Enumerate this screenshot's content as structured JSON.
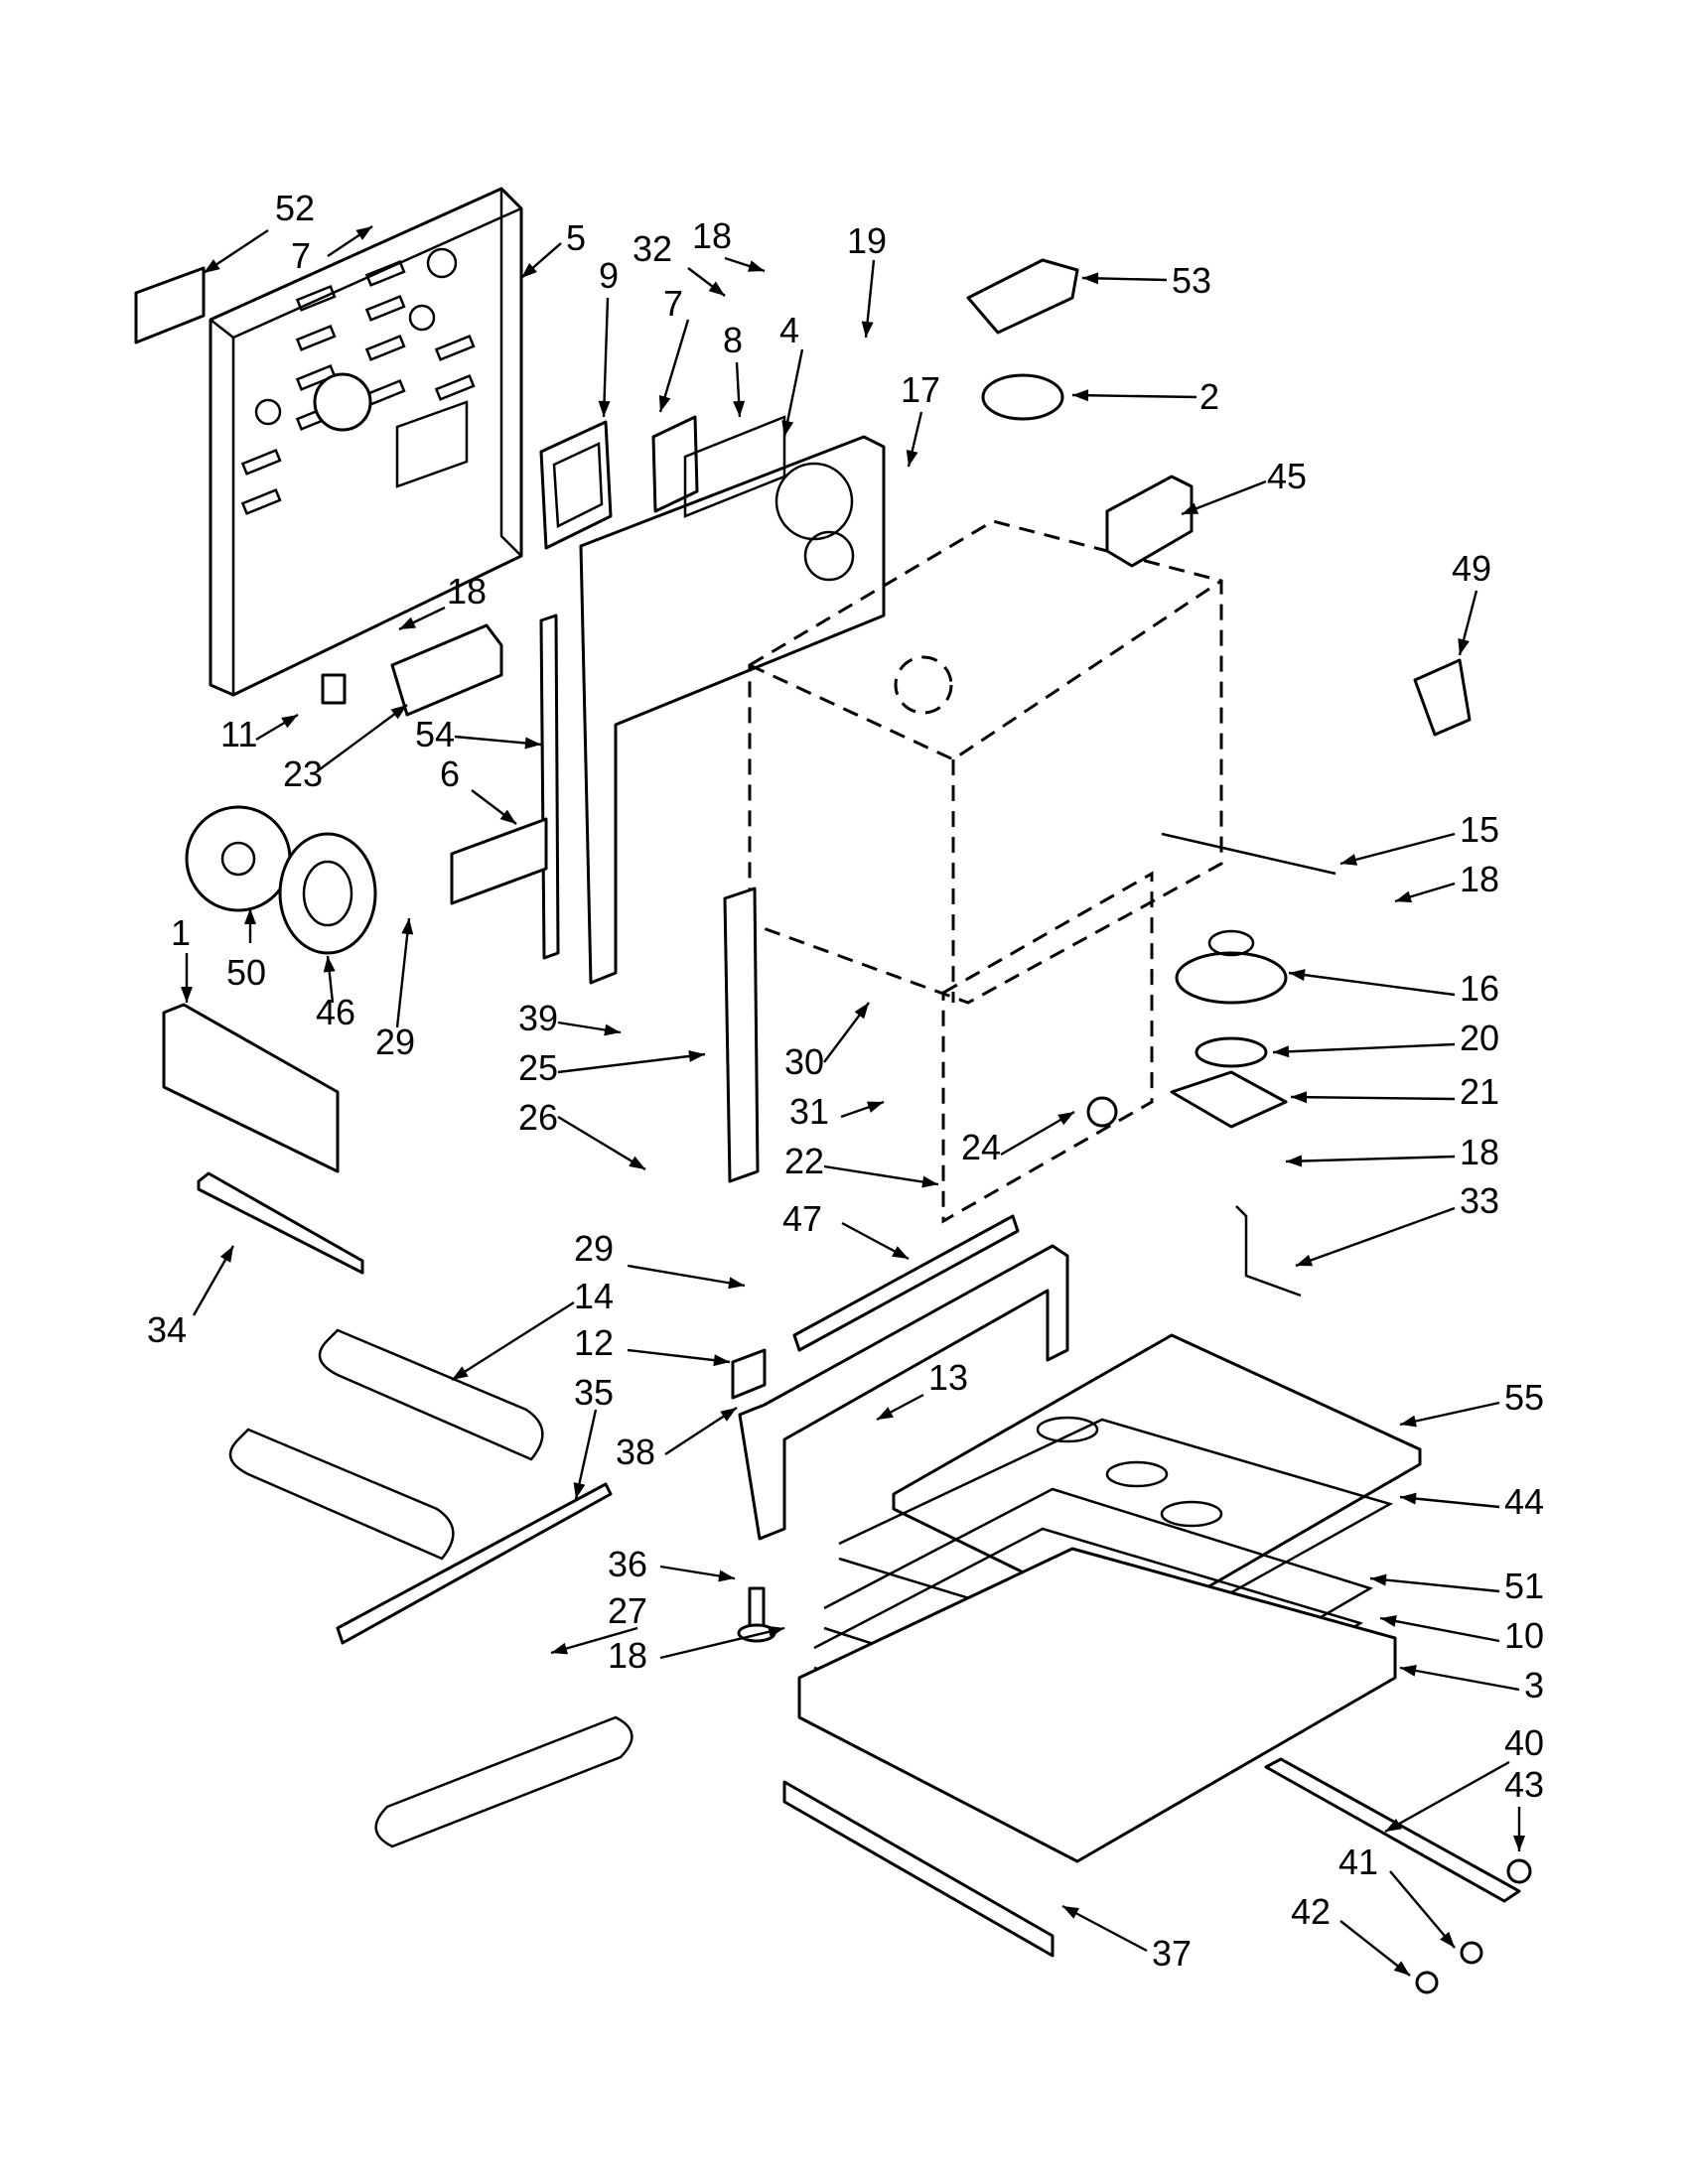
{
  "diagram": {
    "callouts": [
      {
        "id": "52",
        "label": "52"
      },
      {
        "id": "7a",
        "label": "7"
      },
      {
        "id": "5",
        "label": "5"
      },
      {
        "id": "9",
        "label": "9"
      },
      {
        "id": "32",
        "label": "32"
      },
      {
        "id": "18a",
        "label": "18"
      },
      {
        "id": "19",
        "label": "19"
      },
      {
        "id": "53",
        "label": "53"
      },
      {
        "id": "7b",
        "label": "7"
      },
      {
        "id": "8",
        "label": "8"
      },
      {
        "id": "4",
        "label": "4"
      },
      {
        "id": "17",
        "label": "17"
      },
      {
        "id": "2",
        "label": "2"
      },
      {
        "id": "45",
        "label": "45"
      },
      {
        "id": "49",
        "label": "49"
      },
      {
        "id": "18b",
        "label": "18"
      },
      {
        "id": "11",
        "label": "11"
      },
      {
        "id": "23",
        "label": "23"
      },
      {
        "id": "54",
        "label": "54"
      },
      {
        "id": "6",
        "label": "6"
      },
      {
        "id": "15",
        "label": "15"
      },
      {
        "id": "18c",
        "label": "18"
      },
      {
        "id": "1",
        "label": "1"
      },
      {
        "id": "50",
        "label": "50"
      },
      {
        "id": "46",
        "label": "46"
      },
      {
        "id": "29a",
        "label": "29"
      },
      {
        "id": "16",
        "label": "16"
      },
      {
        "id": "39",
        "label": "39"
      },
      {
        "id": "30",
        "label": "30"
      },
      {
        "id": "20",
        "label": "20"
      },
      {
        "id": "25",
        "label": "25"
      },
      {
        "id": "21",
        "label": "21"
      },
      {
        "id": "31",
        "label": "31"
      },
      {
        "id": "26",
        "label": "26"
      },
      {
        "id": "24",
        "label": "24"
      },
      {
        "id": "18d",
        "label": "18"
      },
      {
        "id": "22",
        "label": "22"
      },
      {
        "id": "33",
        "label": "33"
      },
      {
        "id": "47",
        "label": "47"
      },
      {
        "id": "34",
        "label": "34"
      },
      {
        "id": "29b",
        "label": "29"
      },
      {
        "id": "14",
        "label": "14"
      },
      {
        "id": "12",
        "label": "12"
      },
      {
        "id": "35",
        "label": "35"
      },
      {
        "id": "13",
        "label": "13"
      },
      {
        "id": "55",
        "label": "55"
      },
      {
        "id": "38",
        "label": "38"
      },
      {
        "id": "44",
        "label": "44"
      },
      {
        "id": "36",
        "label": "36"
      },
      {
        "id": "51",
        "label": "51"
      },
      {
        "id": "27",
        "label": "27"
      },
      {
        "id": "10",
        "label": "10"
      },
      {
        "id": "18e",
        "label": "18"
      },
      {
        "id": "3",
        "label": "3"
      },
      {
        "id": "40",
        "label": "40"
      },
      {
        "id": "43",
        "label": "43"
      },
      {
        "id": "41",
        "label": "41"
      },
      {
        "id": "42",
        "label": "42"
      },
      {
        "id": "37",
        "label": "37"
      }
    ]
  }
}
